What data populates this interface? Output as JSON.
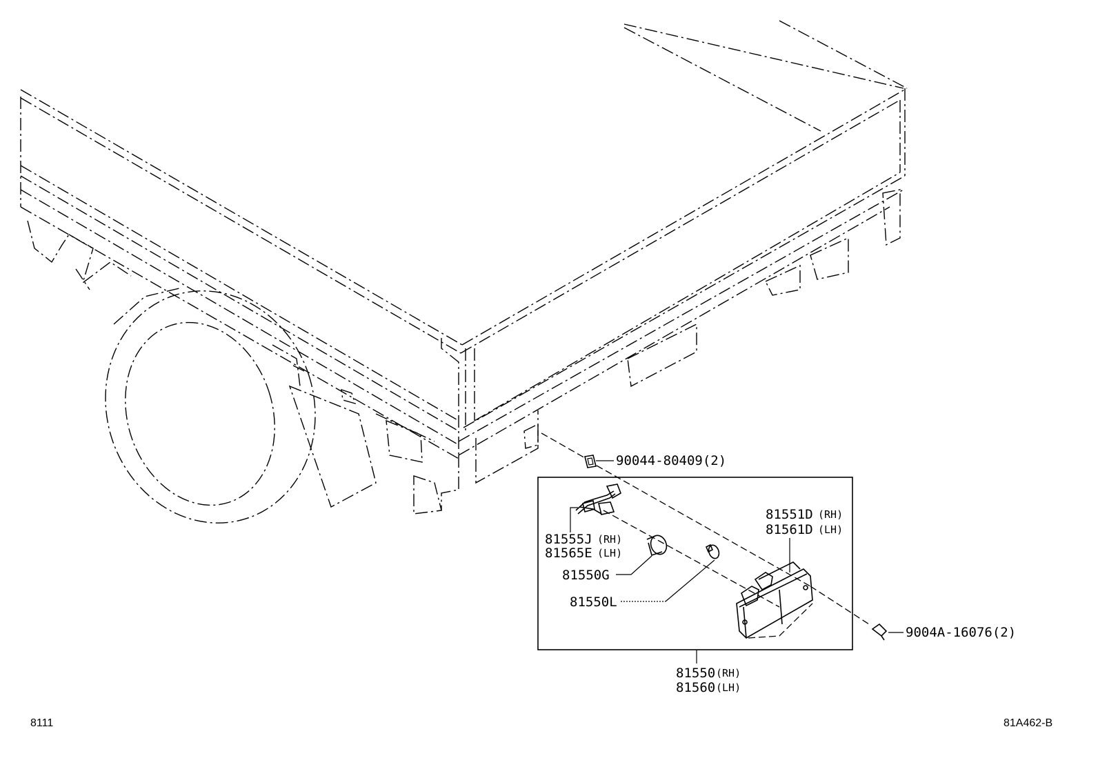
{
  "diagram": {
    "corner_left": "8111",
    "corner_right": "81A462-B",
    "callouts": {
      "clip": "90044-80409(2)",
      "screw": "9004A-16076(2)",
      "lamp_rh_code": "81551D",
      "lamp_lh_code": "81561D",
      "socket_rh_code": "81555J",
      "socket_lh_code": "81565E",
      "socket_part": "81550G",
      "bulb_part": "81550L",
      "assy_rh_code": "81550",
      "assy_lh_code": "81560",
      "rh": "(RH)",
      "lh": "(LH)"
    }
  }
}
